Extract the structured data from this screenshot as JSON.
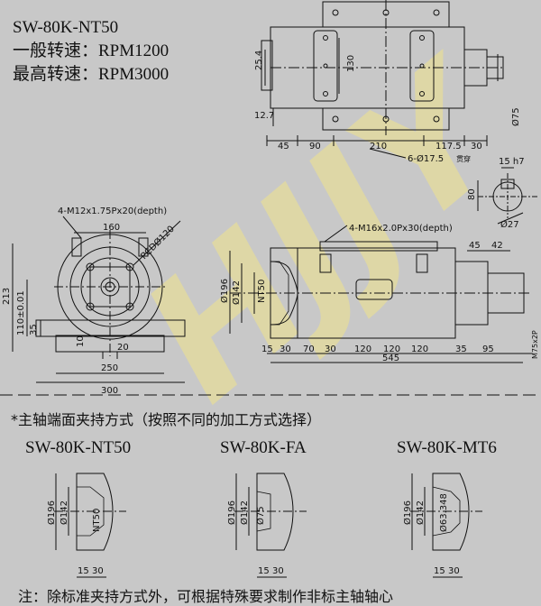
{
  "header": {
    "model": "SW-80K-NT50",
    "normal_speed": "一般转速：RPM1200",
    "max_speed": "最高转速：RPM3000"
  },
  "watermark": "HJJY",
  "top_view": {
    "dims": [
      "25.4",
      "130",
      "12.7",
      "45",
      "90",
      "210",
      "117.5",
      "30",
      "6-Ø17.5",
      "Ø75"
    ],
    "holes_note_suffix": "贯穿"
  },
  "keyway": {
    "h": "15 h7",
    "w": "80",
    "d": "Ø27"
  },
  "front_view": {
    "bolt": "4-M12x1.75Px20(depth)",
    "pcd": "PCDØ120",
    "dims": [
      "160",
      "213",
      "110±0.01",
      "35",
      "10",
      "20",
      "250",
      "300"
    ]
  },
  "side_view": {
    "thread": "4-M16x2.0Px30(depth)",
    "dims": [
      "45",
      "42",
      "Ø196",
      "Ø142",
      "NT50",
      "15",
      "30",
      "70",
      "30",
      "120",
      "120",
      "120",
      "35",
      "95",
      "545",
      "M75x2P"
    ]
  },
  "section": {
    "title": "*主轴端面夹持方式（按照不同的加工方式选择）",
    "variants": [
      {
        "name": "SW-80K-NT50",
        "d1": "Ø196",
        "d2": "Ø142",
        "d3": "NT50",
        "l1": "15",
        "l2": "30"
      },
      {
        "name": "SW-80K-FA",
        "d1": "Ø196",
        "d2": "Ø142",
        "d3": "Ø75",
        "l1": "15",
        "l2": "30"
      },
      {
        "name": "SW-80K-MT6",
        "d1": "Ø196",
        "d2": "Ø142",
        "d3": "Ø63.348",
        "l1": "15",
        "l2": "30"
      }
    ]
  },
  "note": "注：除标准夹持方式外，可根据特殊要求制作非标主轴轴心"
}
